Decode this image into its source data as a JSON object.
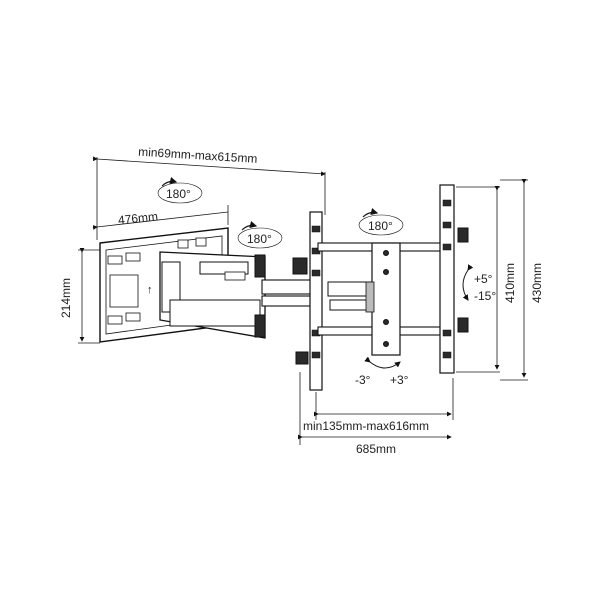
{
  "dimensions": {
    "arm_extension": "min69mm-max615mm",
    "depth": "476mm",
    "wall_plate_height": "214mm",
    "vesa_horizontal": "min135mm-max616mm",
    "overall_width": "685mm",
    "vesa_vertical": "410mm",
    "overall_height": "430mm"
  },
  "rotations": {
    "swivel_wall": "180°",
    "swivel_arm": "180°",
    "swivel_head": "180°"
  },
  "tilt": {
    "up": "+5°",
    "down": "-15°"
  },
  "level_adjust": {
    "left": "-3°",
    "right": "+3°"
  }
}
